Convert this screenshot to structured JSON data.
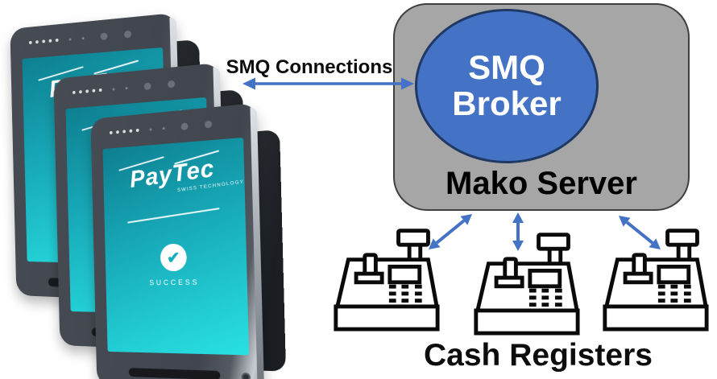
{
  "connections": {
    "label": "SMQ Connections"
  },
  "broker": {
    "line1": "SMQ",
    "line2": "Broker"
  },
  "server": {
    "label": "Mako Server"
  },
  "registers": {
    "label": "Cash Registers",
    "count": 3
  },
  "terminals": {
    "count": 3,
    "brand": "PayTec",
    "brand_subtitle": "SWISS TECHNOLOGY",
    "status_text": "SUCCESS",
    "check_glyph": "✔"
  },
  "colors": {
    "arrow_blue": "#4472C4",
    "broker_fill": "#4472C4",
    "broker_border": "#1F3864",
    "server_fill": "#A6A6A6",
    "server_border": "#3F3F3F",
    "screen_teal_top": "#0D7F90",
    "screen_teal_bottom": "#28E1E3",
    "register_line": "#0A0A0A"
  },
  "icons": {
    "cash_register": "cash-register-icon",
    "check": "check-icon",
    "double_arrow": "double-arrow-icon"
  }
}
